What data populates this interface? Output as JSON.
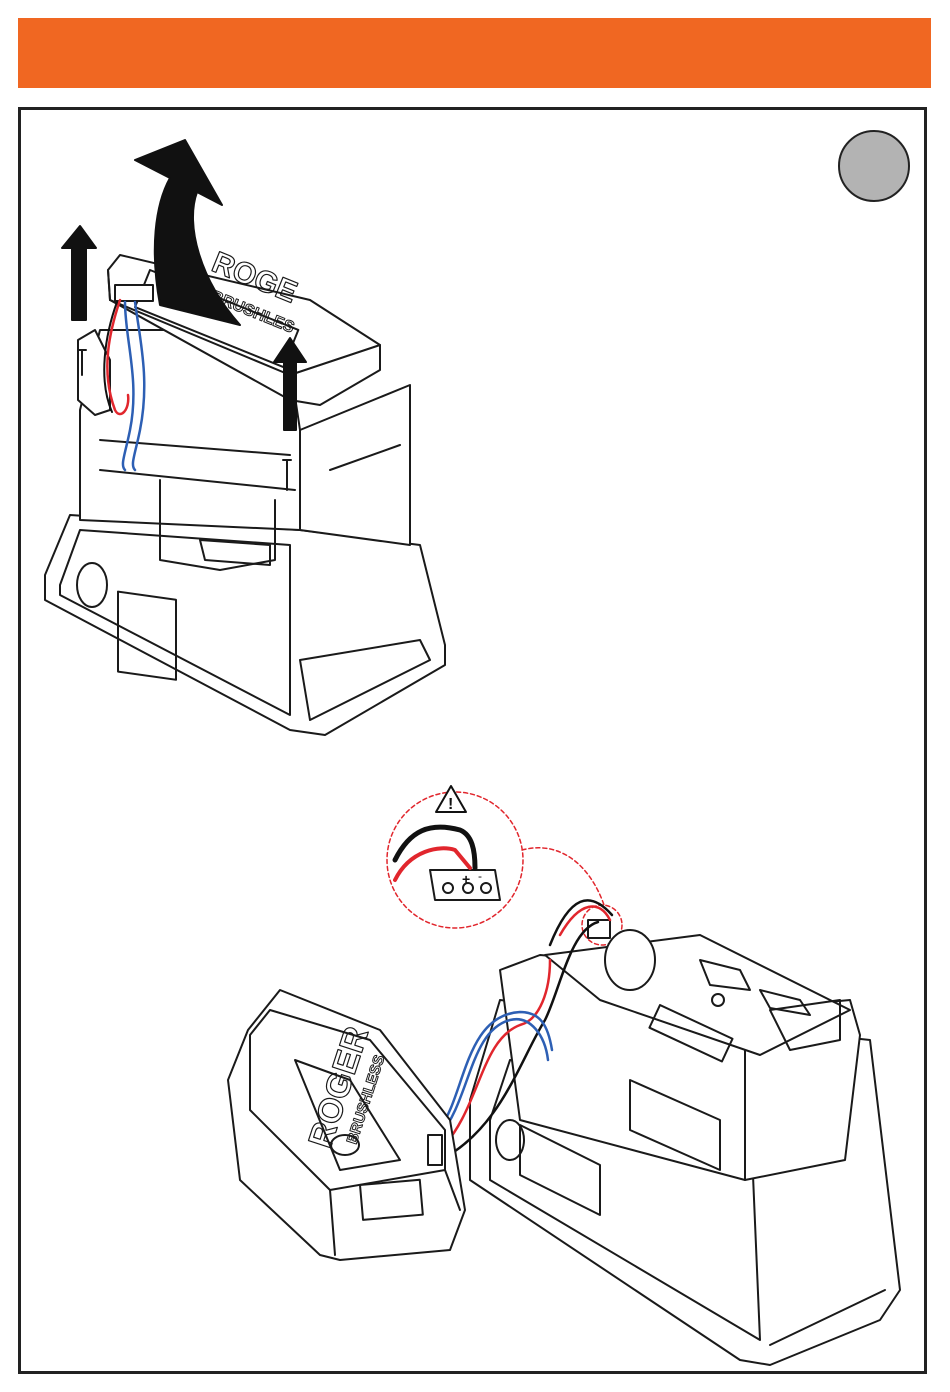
{
  "colors": {
    "accent": "#f06722",
    "step_circle": "#b3b3b3",
    "wire_red": "#e1262d",
    "wire_blue": "#2d5fb4",
    "wire_black": "#111111",
    "detail_dash": "#e1262d"
  },
  "top_illustration": {
    "logo_main": "ROGE",
    "logo_sub": "BRUSHLES"
  },
  "bottom_illustration": {
    "logo_main": "ROGER",
    "logo_sub": "BRUSHLESS"
  },
  "detail": {
    "warning_symbol": "!",
    "plus_mark": "+",
    "minus_mark": "-"
  },
  "icons": {
    "step_indicator": "grey-circle-icon",
    "warning": "warning-triangle-icon",
    "lift_arrow": "up-arrow-icon"
  }
}
